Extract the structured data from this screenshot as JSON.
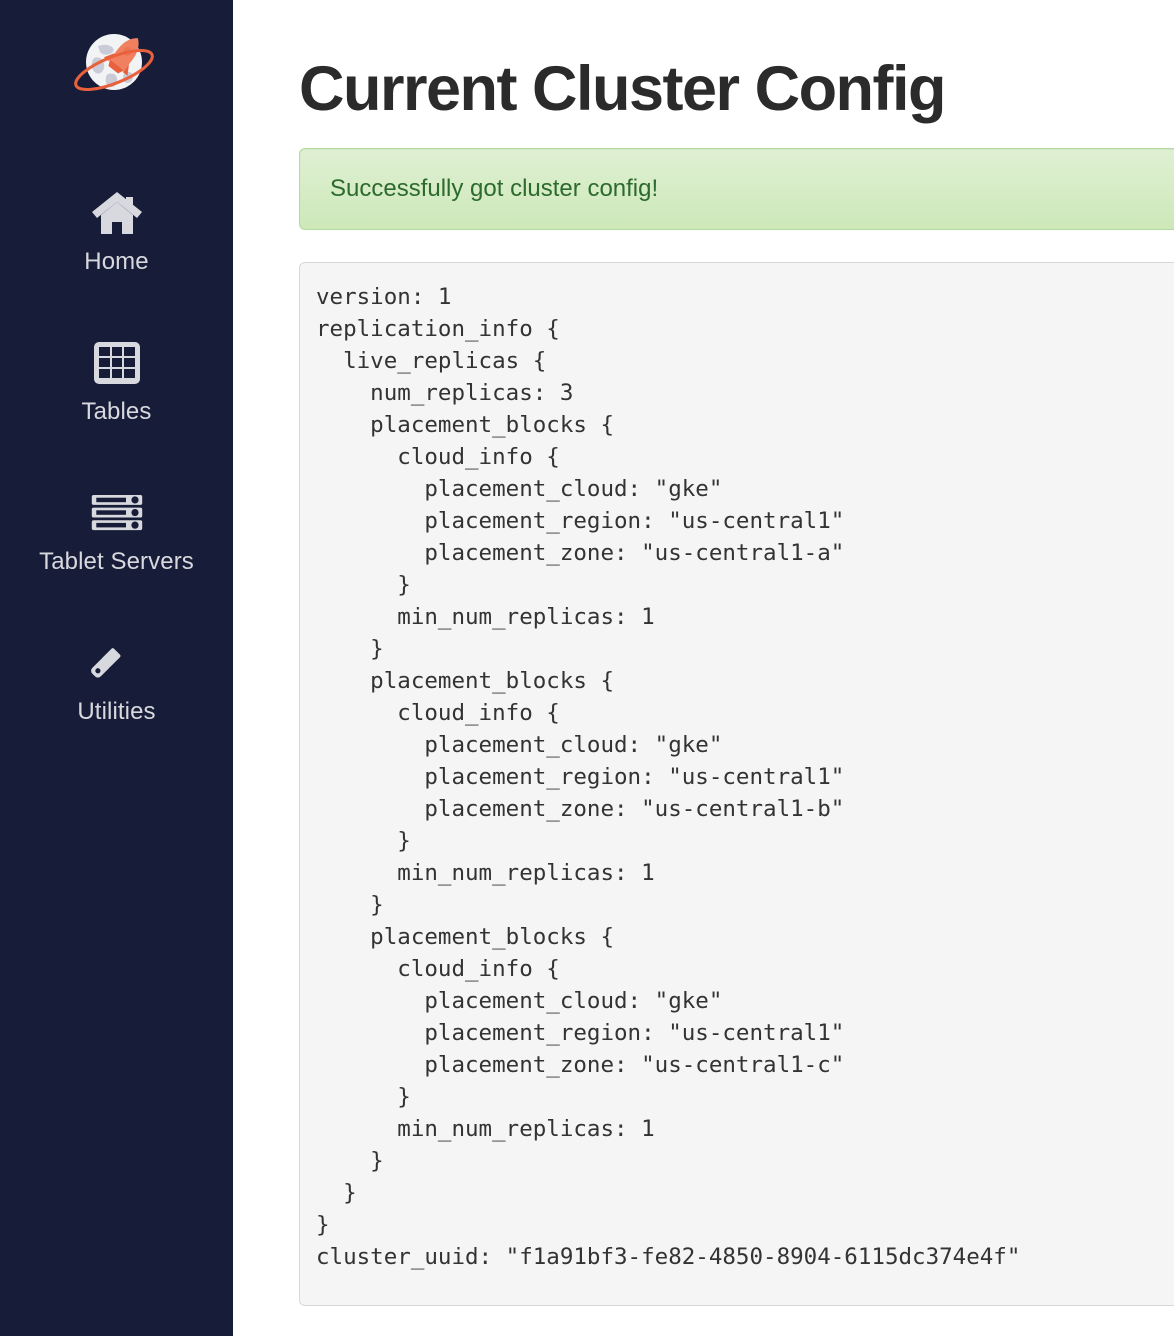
{
  "sidebar": {
    "logo_name": "yugabyte-rocket-globe-logo",
    "background_color": "#171c38",
    "items": [
      {
        "label": "Home",
        "icon": "home-icon"
      },
      {
        "label": "Tables",
        "icon": "tables-grid-icon"
      },
      {
        "label": "Tablet Servers",
        "icon": "tablet-servers-icon"
      },
      {
        "label": "Utilities",
        "icon": "wrench-icon"
      }
    ]
  },
  "main": {
    "title": "Current Cluster Config",
    "alert": {
      "message": "Successfully got cluster config!",
      "type": "success",
      "text_color": "#2d6a2d",
      "background_color": "#d5ecc5",
      "border_color": "#b2dba1"
    },
    "config": {
      "version": "1",
      "cluster_uuid": "f1a91bf3-fe82-4850-8904-6115dc374e4f",
      "num_replicas": "3",
      "placement_blocks": [
        {
          "placement_cloud": "gke",
          "placement_region": "us-central1",
          "placement_zone": "us-central1-a",
          "min_num_replicas": "1"
        },
        {
          "placement_cloud": "gke",
          "placement_region": "us-central1",
          "placement_zone": "us-central1-b",
          "min_num_replicas": "1"
        },
        {
          "placement_cloud": "gke",
          "placement_region": "us-central1",
          "placement_zone": "us-central1-c",
          "min_num_replicas": "1"
        }
      ],
      "text": "version: 1\nreplication_info {\n  live_replicas {\n    num_replicas: 3\n    placement_blocks {\n      cloud_info {\n        placement_cloud: \"gke\"\n        placement_region: \"us-central1\"\n        placement_zone: \"us-central1-a\"\n      }\n      min_num_replicas: 1\n    }\n    placement_blocks {\n      cloud_info {\n        placement_cloud: \"gke\"\n        placement_region: \"us-central1\"\n        placement_zone: \"us-central1-b\"\n      }\n      min_num_replicas: 1\n    }\n    placement_blocks {\n      cloud_info {\n        placement_cloud: \"gke\"\n        placement_region: \"us-central1\"\n        placement_zone: \"us-central1-c\"\n      }\n      min_num_replicas: 1\n    }\n  }\n}\ncluster_uuid: \"f1a91bf3-fe82-4850-8904-6115dc374e4f\""
    }
  }
}
